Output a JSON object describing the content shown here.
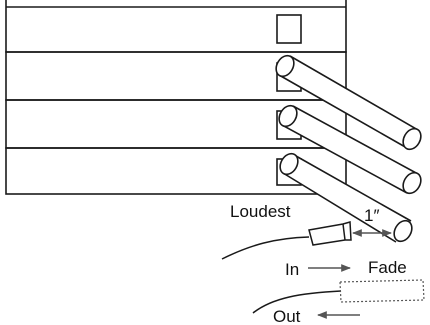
{
  "labels": {
    "loudest": "Loudest",
    "distance": "1″",
    "in": "In",
    "fade": "Fade",
    "out": "Out"
  },
  "colors": {
    "line": "#1a1a1a",
    "dotted": "#555555",
    "background": "#ffffff"
  },
  "icons": {
    "arrow": "arrow-right-icon",
    "arrow_left": "arrow-left-icon",
    "double_arrow": "double-arrow-icon"
  }
}
